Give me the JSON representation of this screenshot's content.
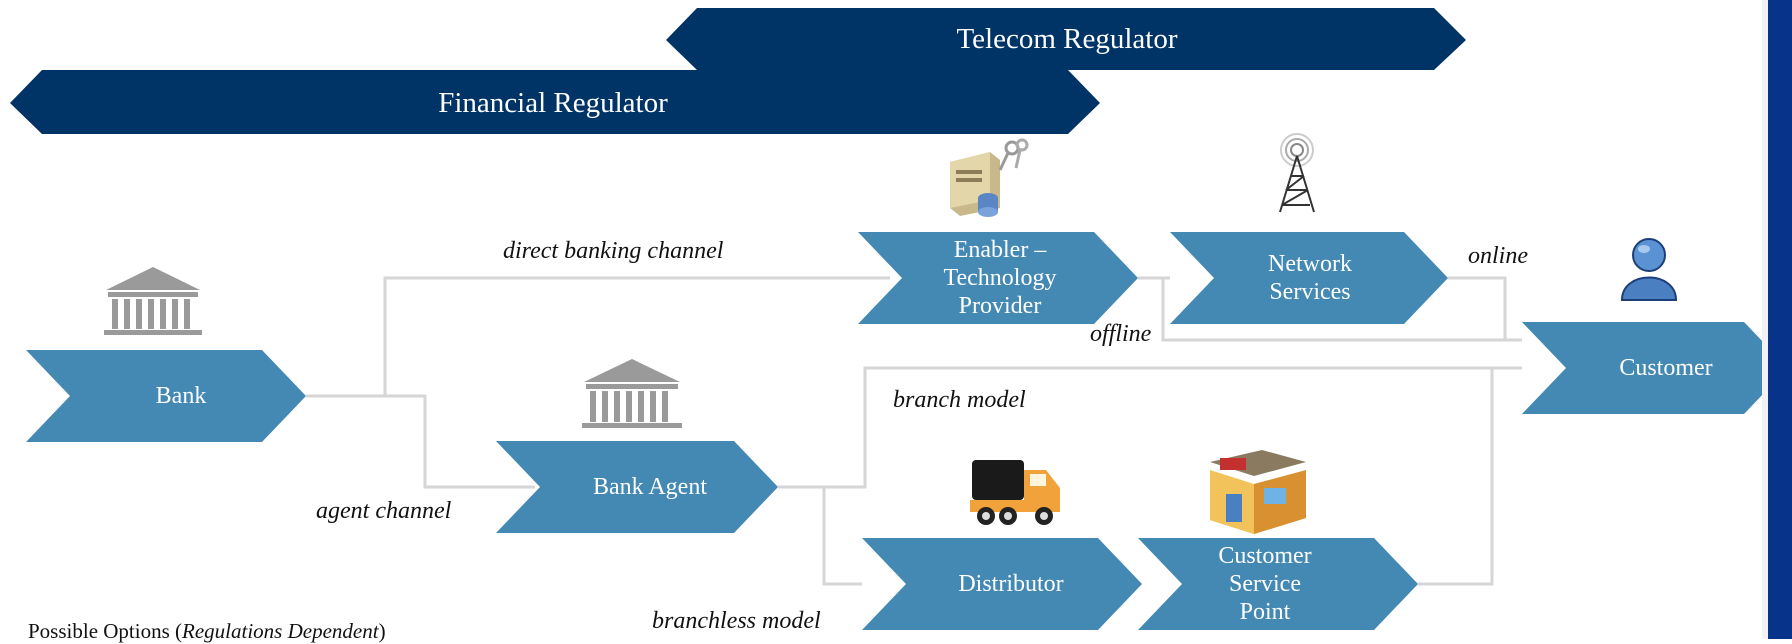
{
  "regulators": {
    "telecom": "Telecom Regulator",
    "financial": "Financial Regulator"
  },
  "nodes": {
    "bank": "Bank",
    "bank_agent": "Bank Agent",
    "enabler": "Enabler –\nTechnology\nProvider",
    "network": "Network\nServices",
    "customer": "Customer",
    "distributor": "Distributor",
    "csp": "Customer\nService\nPoint"
  },
  "channels": {
    "direct": "direct banking channel",
    "agent": "agent channel",
    "branch": "branch model",
    "branchless": "branchless model",
    "online": "online",
    "offline": "offline"
  },
  "footer": {
    "prefix": "Possible Options (",
    "emphasis": "Regulations Dependent",
    "suffix": ")"
  },
  "colors": {
    "band": "#003366",
    "chevron": "#4389b4",
    "line": "#d9d9d9",
    "side": "#08338a"
  },
  "icons": [
    "bank-building-icon",
    "server-key-icon",
    "antenna-tower-icon",
    "user-icon",
    "truck-icon",
    "shop-icon"
  ]
}
